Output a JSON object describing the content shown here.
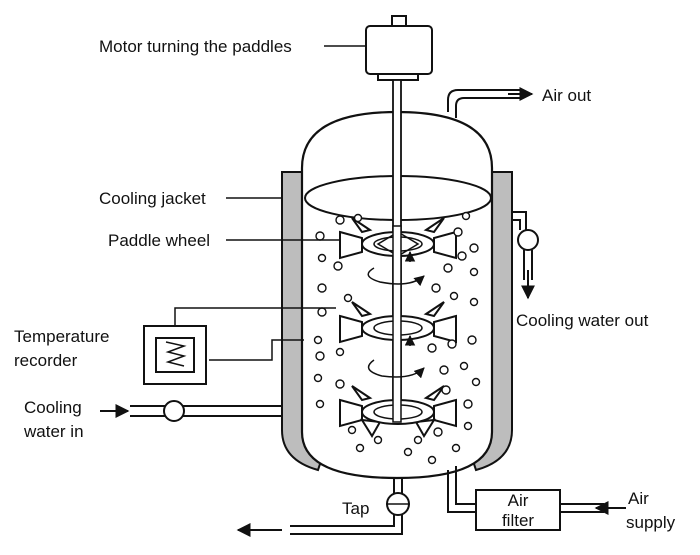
{
  "labels": {
    "motor": "Motor turning the paddles",
    "air_out": "Air out",
    "cooling_jacket": "Cooling jacket",
    "paddle_wheel": "Paddle wheel",
    "cooling_water_out": "Cooling water out",
    "temperature_recorder_line1": "Temperature",
    "temperature_recorder_line2": "recorder",
    "cooling_water_in_line1": "Cooling",
    "cooling_water_in_line2": "water in",
    "tap": "Tap",
    "air_filter_line1": "Air",
    "air_filter_line2": "filter",
    "air_supply_line1": "Air",
    "air_supply_line2": "supply"
  },
  "colors": {
    "stroke": "#111111",
    "background": "#ffffff",
    "jacket_fill": "#bdbdbd"
  }
}
